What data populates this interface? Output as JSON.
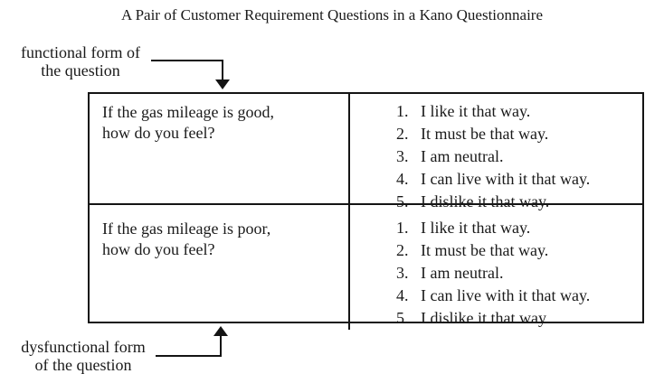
{
  "title": "A Pair of Customer Requirement Questions in a Kano Questionnaire",
  "annotations": {
    "functional": {
      "line1": "functional form of",
      "line2": "the question"
    },
    "dysfunctional": {
      "line1": "dysfunctional form",
      "line2": "of the question"
    }
  },
  "table": {
    "rows": [
      {
        "question_line1": "If the gas mileage is good,",
        "question_line2": "how do you feel?",
        "options": [
          {
            "num": "1.",
            "text": "I like it that way."
          },
          {
            "num": "2.",
            "text": "It must be that way."
          },
          {
            "num": "3.",
            "text": "I am neutral."
          },
          {
            "num": "4.",
            "text": "I can live with it that way."
          },
          {
            "num": "5.",
            "text": "I dislike it that way."
          }
        ]
      },
      {
        "question_line1": "If the gas mileage is poor,",
        "question_line2": "how do you feel?",
        "options": [
          {
            "num": "1.",
            "text": "I like it that way."
          },
          {
            "num": "2.",
            "text": "It must be that way."
          },
          {
            "num": "3.",
            "text": "I am neutral."
          },
          {
            "num": "4.",
            "text": "I can live with it that way."
          },
          {
            "num": "5.",
            "text": "I dislike it that way."
          }
        ]
      }
    ]
  },
  "colors": {
    "text": "#1a1a1a",
    "border": "#141414",
    "background": "#ffffff"
  }
}
